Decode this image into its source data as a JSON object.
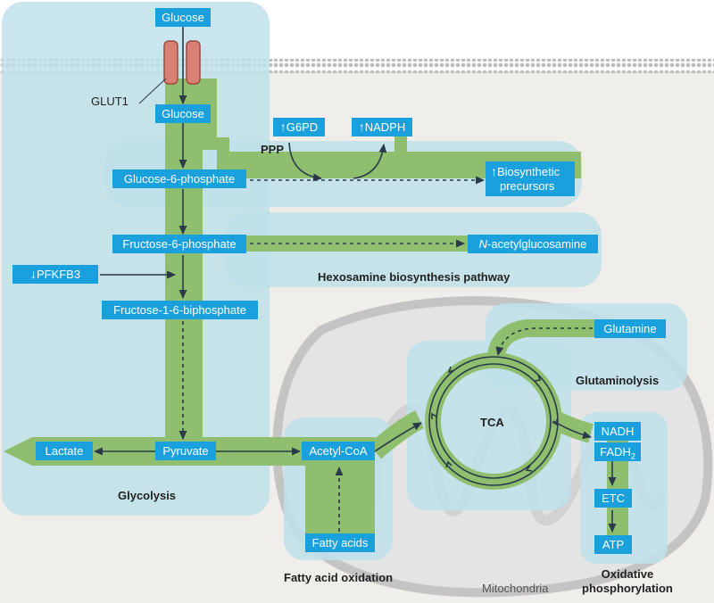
{
  "nodes": {
    "glucose_out": "Glucose",
    "glucose_in": "Glucose",
    "g6p": "Glucose-6-phosphate",
    "f6p": "Fructose-6-phosphate",
    "f16bp": "Fructose-1-6-biphosphate",
    "pyruvate": "Pyruvate",
    "lactate": "Lactate",
    "acetyl_coa": "Acetyl-CoA",
    "fatty_acids": "Fatty acids",
    "glutamine": "Glutamine",
    "nadh": "NADH",
    "fadh2": "FADH",
    "fadh2_sub": "2",
    "etc": "ETC",
    "atp": "ATP",
    "g6pd": "G6PD",
    "nadph": "NADPH",
    "biosynthetic_1": "Biosynthetic",
    "biosynthetic_2": "precursors",
    "n_acetyl_prefix": "N",
    "n_acetyl_rest": "-acetylglucosamine",
    "pfkfb3": "PFKFB3"
  },
  "arrows": {
    "up": "↑",
    "down": "↓"
  },
  "labels": {
    "glut1": "GLUT1",
    "ppp": "PPP",
    "hexosamine": "Hexosamine biosynthesis pathway",
    "glycolysis": "Glycolysis",
    "glutaminolysis": "Glutaminolysis",
    "tca": "TCA",
    "fatty_acid_oxidation": "Fatty acid oxidation",
    "mitochondria": "Mitochondria",
    "oxphos_1": "Oxidative",
    "oxphos_2": "phosphorylation"
  },
  "colors": {
    "node": "#1aa0dc",
    "region": "#bfe0ea",
    "flow": "#8fbf6e",
    "cytoplasm": "#efeeea",
    "mitochondrion": "#e4e4e4",
    "arrow": "#2b3a4a"
  }
}
